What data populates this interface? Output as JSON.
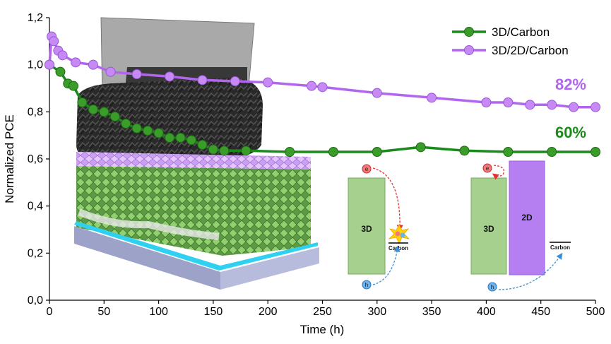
{
  "colors": {
    "green": "#1a8a1a",
    "green_marker": "#3a9d2a",
    "purple": "#b266f0",
    "purple_marker": "#c78af5",
    "band_green": "#a6d08d",
    "band_purple": "#b57ff2"
  },
  "chart_data": {
    "type": "line",
    "xlabel": "Time (h)",
    "ylabel": "Normalized PCE",
    "xlim": [
      0,
      500
    ],
    "ylim": [
      0,
      1.2
    ],
    "xticks": [
      "0",
      "50",
      "100",
      "150",
      "200",
      "250",
      "300",
      "350",
      "400",
      "450",
      "500"
    ],
    "yticks": [
      "0,0",
      "0,2",
      "0,4",
      "0,6",
      "0,8",
      "1,0",
      "1,2"
    ],
    "legend_position": "top-right",
    "grid": false,
    "series": [
      {
        "name": "3D/Carbon",
        "color": "#1a8a1a",
        "x": [
          0,
          10,
          17,
          22,
          30,
          40,
          50,
          60,
          70,
          80,
          90,
          100,
          110,
          120,
          130,
          140,
          150,
          160,
          180,
          220,
          260,
          300,
          340,
          380,
          420,
          460,
          500
        ],
        "y": [
          1.0,
          0.97,
          0.92,
          0.91,
          0.84,
          0.81,
          0.8,
          0.78,
          0.75,
          0.73,
          0.72,
          0.71,
          0.69,
          0.69,
          0.68,
          0.66,
          0.64,
          0.635,
          0.635,
          0.63,
          0.63,
          0.63,
          0.65,
          0.635,
          0.63,
          0.63,
          0.63
        ]
      },
      {
        "name": "3D/2D/Carbon",
        "color": "#b266f0",
        "x": [
          0,
          2,
          4,
          8,
          12,
          24,
          40,
          56,
          80,
          110,
          140,
          170,
          200,
          240,
          250,
          300,
          350,
          400,
          420,
          440,
          460,
          480,
          500
        ],
        "y": [
          1.0,
          1.12,
          1.1,
          1.06,
          1.04,
          1.01,
          1.0,
          0.97,
          0.96,
          0.95,
          0.935,
          0.93,
          0.925,
          0.91,
          0.905,
          0.88,
          0.86,
          0.84,
          0.84,
          0.83,
          0.83,
          0.82,
          0.82
        ]
      }
    ],
    "annotations": [
      {
        "text": "82%",
        "x": 490,
        "y": 0.9,
        "series": 1
      },
      {
        "text": "60%",
        "x": 490,
        "y": 0.7,
        "series": 0
      }
    ]
  },
  "inset": {
    "band_3d_left": "3D",
    "band_3d_right": "3D",
    "band_2d": "2D",
    "carbon_left": "Carbon",
    "carbon_right": "Carbon",
    "electron": "e",
    "hole": "h"
  }
}
